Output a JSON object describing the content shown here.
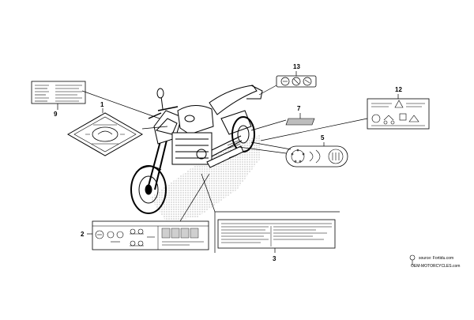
{
  "parts": [
    {
      "number": "1",
      "name": "caution-label-diamond"
    },
    {
      "number": "2",
      "name": "tyre-loading-label"
    },
    {
      "number": "3",
      "name": "information-label"
    },
    {
      "number": "5",
      "name": "emission-label-round"
    },
    {
      "number": "7",
      "name": "small-strip-label"
    },
    {
      "number": "9",
      "name": "warning-label"
    },
    {
      "number": "12",
      "name": "spec-table-label"
    },
    {
      "number": "13",
      "name": "icon-strip-label"
    }
  ],
  "watermark": {
    "line1": "source: Fortidu.com",
    "line2": "OEM-MOTORCYCLES.com"
  }
}
